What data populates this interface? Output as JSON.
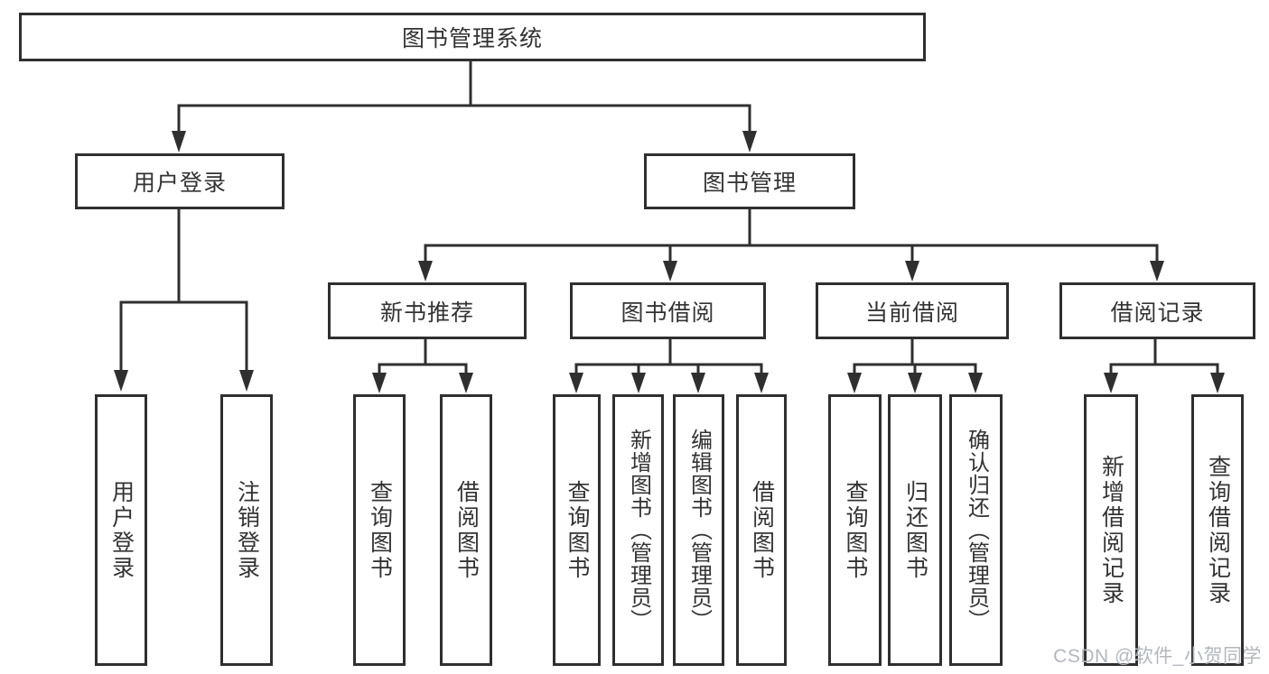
{
  "tree": {
    "label": "图书管理系统",
    "children": [
      {
        "label": "用户登录",
        "children": [
          {
            "label": "用户登录"
          },
          {
            "label": "注销登录"
          }
        ]
      },
      {
        "label": "图书管理",
        "children": [
          {
            "label": "新书推荐",
            "children": [
              {
                "label": "查询图书"
              },
              {
                "label": "借阅图书"
              }
            ]
          },
          {
            "label": "图书借阅",
            "children": [
              {
                "label": "查询图书"
              },
              {
                "label": "新增图书（管理员）"
              },
              {
                "label": "编辑图书（管理员）"
              },
              {
                "label": "借阅图书"
              }
            ]
          },
          {
            "label": "当前借阅",
            "children": [
              {
                "label": "查询图书"
              },
              {
                "label": "归还图书"
              },
              {
                "label": "确认归还（管理员）"
              }
            ]
          },
          {
            "label": "借阅记录",
            "children": [
              {
                "label": "新增借阅记录"
              },
              {
                "label": "查询借阅记录"
              }
            ]
          }
        ]
      }
    ]
  },
  "watermark": {
    "text": "CSDN @软件_小贺同学",
    "color": "#b3b7be"
  },
  "colors": {
    "line": "#2f2f2f",
    "text": "#333333",
    "box_background": "#ffffff"
  }
}
